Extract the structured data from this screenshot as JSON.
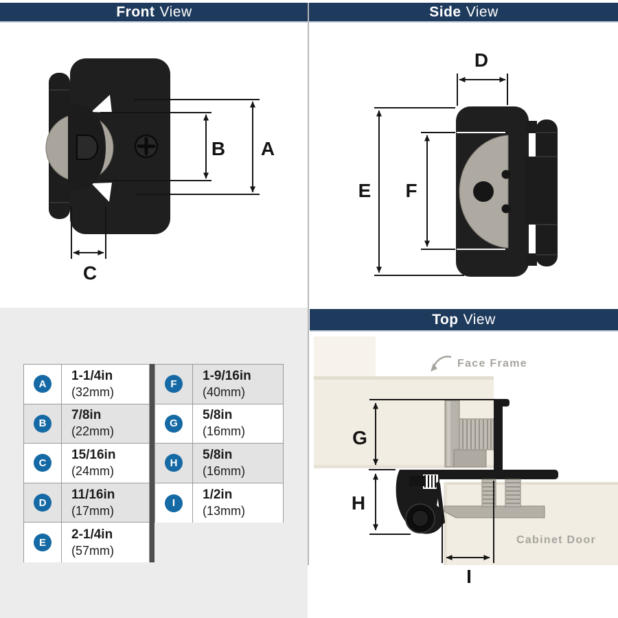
{
  "front": {
    "title_strong": "Front",
    "title_rest": "View",
    "dim_a": "A",
    "dim_b": "B",
    "dim_c": "C"
  },
  "side": {
    "title_strong": "Side",
    "title_rest": "View",
    "dim_d": "D",
    "dim_e": "E",
    "dim_f": "F"
  },
  "top": {
    "title_strong": "Top",
    "title_rest": "View",
    "dim_g": "G",
    "dim_h": "H",
    "dim_i": "I",
    "face_frame_label": "Face Frame",
    "cabinet_door_label": "Cabinet Door"
  },
  "table": {
    "left_rows": [
      {
        "key": "A",
        "size": "1-1/4in",
        "metric": "(32mm)"
      },
      {
        "key": "B",
        "size": "7/8in",
        "metric": "(22mm)"
      },
      {
        "key": "C",
        "size": "15/16in",
        "metric": "(24mm)"
      },
      {
        "key": "D",
        "size": "11/16in",
        "metric": "(17mm)"
      },
      {
        "key": "E",
        "size": "2-1/4in",
        "metric": "(57mm)"
      }
    ],
    "right_rows": [
      {
        "key": "F",
        "size": "1-9/16in",
        "metric": "(40mm)"
      },
      {
        "key": "G",
        "size": "5/8in",
        "metric": "(16mm)"
      },
      {
        "key": "H",
        "size": "5/8in",
        "metric": "(16mm)"
      },
      {
        "key": "I",
        "size": "1/2in",
        "metric": "(13mm)"
      }
    ]
  },
  "colors": {
    "header_navy": "#1e3a5c",
    "band_underline": "#c5d0dc",
    "badge_blue": "#1569a4",
    "row_shade": "#e3e3e3",
    "table_border": "#9a9a9a",
    "separator_dark": "#4e4e4e",
    "quadrant_bg": "#ececec",
    "dimension_line_black": "#141414",
    "metal_gray": "#aeaaa2",
    "wood_cream": "#f2ede3",
    "annotation_gray": "#a7a49e",
    "hinge_black": "#1d1d1d"
  }
}
